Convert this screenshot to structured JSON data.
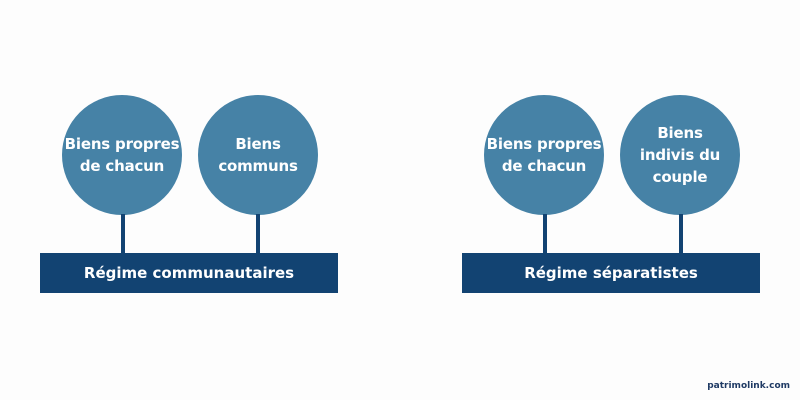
{
  "diagrams": [
    {
      "base_label": "Régime communautaires",
      "circles": [
        {
          "label": "Biens propres\nde chacun"
        },
        {
          "label": "Biens\ncommuns"
        }
      ]
    },
    {
      "base_label": "Régime séparatistes",
      "circles": [
        {
          "label": "Biens propres\nde chacun"
        },
        {
          "label": "Biens\nindivis du\ncouple"
        }
      ]
    }
  ],
  "colors": {
    "circle": "#4682a6",
    "bar": "#124372",
    "background": "#fdfdfd"
  },
  "footer": {
    "brand": "patrimolink.com"
  }
}
